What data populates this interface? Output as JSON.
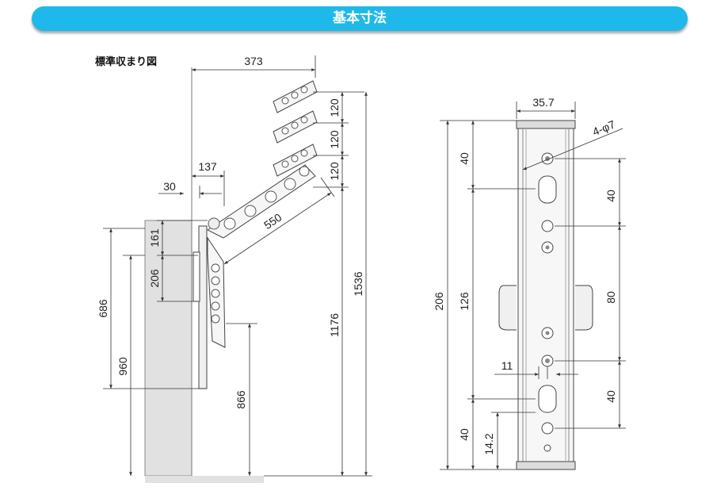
{
  "header": {
    "title": "基本寸法"
  },
  "side_view": {
    "label": "標準収まり図",
    "dims": {
      "width_total": "373",
      "reach": "137",
      "offset": "30",
      "arm_length": "550",
      "step_a": "120",
      "step_b": "120",
      "step_c": "120",
      "top_bracket": "161",
      "bracket": "206",
      "h_686": "686",
      "h_960": "960",
      "h_866": "866",
      "h_1176": "1176",
      "h_1536": "1536"
    }
  },
  "front_view": {
    "dims": {
      "width": "35.7",
      "hole": "4-φ7",
      "total": "206",
      "top_40": "40",
      "mid_126": "126",
      "bot_40": "40",
      "bot_14": "14.2",
      "right_40a": "40",
      "right_80": "80",
      "right_40b": "40",
      "hole_11": "11"
    }
  }
}
